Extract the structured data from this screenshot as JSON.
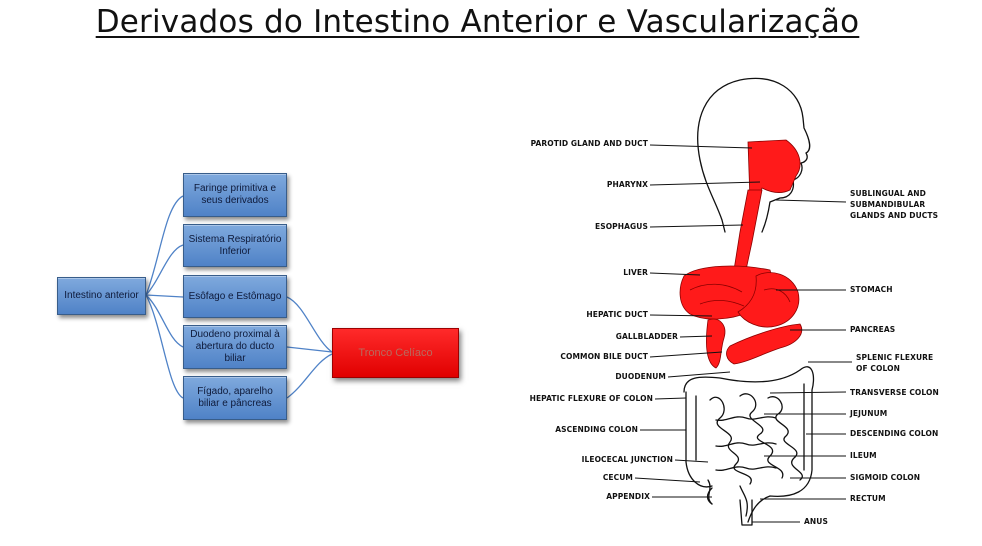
{
  "title": "Derivados do Intestino Anterior e Vascularização",
  "mindmap": {
    "root": "Intestino anterior",
    "children": [
      "Faringe primitiva e seus derivados",
      "Sistema  Respiratório Inferior",
      "Esôfago e Estômago",
      "Duodeno proximal à abertura do ducto biliar",
      "Fígado, aparelho biliar e pâncreas"
    ],
    "target": "Tronco Celíaco",
    "colors": {
      "box": "#4f82c7",
      "target": "#e00000",
      "line": "#4f82c7"
    }
  },
  "anatomy": {
    "highlight_color": "#ff1a1a",
    "labels_left": [
      "PAROTID GLAND AND DUCT",
      "PHARYNX",
      "ESOPHAGUS",
      "LIVER",
      "HEPATIC DUCT",
      "GALLBLADDER",
      "COMMON BILE DUCT",
      "DUODENUM",
      "HEPATIC FLEXURE OF COLON",
      "ASCENDING COLON",
      "ILEOCECAL JUNCTION",
      "CECUM",
      "APPENDIX"
    ],
    "labels_right": [
      "SUBLINGUAL AND",
      "SUBMANDIBULAR",
      "GLANDS AND DUCTS",
      "STOMACH",
      "PANCREAS",
      "SPLENIC  FLEXURE",
      "OF  COLON",
      "TRANSVERSE COLON",
      "JEJUNUM",
      "DESCENDING COLON",
      "ILEUM",
      "SIGMOID COLON",
      "RECTUM",
      "ANUS"
    ]
  }
}
